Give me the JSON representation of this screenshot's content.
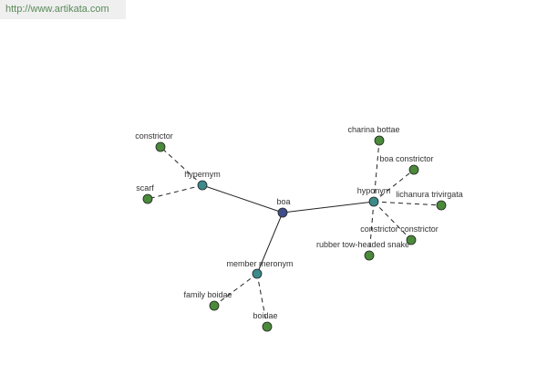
{
  "header": {
    "url": "http://www.artikata.com"
  },
  "colors": {
    "root": "#3f4d8a",
    "relation": "#3c8a8a",
    "leaf": "#4a8a3a",
    "stroke": "#222222",
    "edge": "#222222"
  },
  "graph": {
    "root": {
      "id": "boa",
      "label": "boa"
    },
    "relations": [
      {
        "id": "hypernym",
        "label": "hypernym",
        "children": [
          {
            "id": "constrictor",
            "label": "constrictor"
          },
          {
            "id": "scarf",
            "label": "scarf"
          }
        ]
      },
      {
        "id": "hyponym",
        "label": "hyponym",
        "children": [
          {
            "id": "charina-bottae",
            "label": "charina bottae"
          },
          {
            "id": "boa-constrictor",
            "label": "boa constrictor"
          },
          {
            "id": "lichanura-trivirgata",
            "label": "lichanura trivirgata"
          },
          {
            "id": "constrictor-constrictor",
            "label": "constrictor constrictor"
          },
          {
            "id": "rubber-tow-headed-snake",
            "label": "rubber tow-headed snake"
          }
        ]
      },
      {
        "id": "member-meronym",
        "label": "member meronym",
        "children": [
          {
            "id": "family-boidae",
            "label": "family boidae"
          },
          {
            "id": "boidae",
            "label": "boidae"
          }
        ]
      }
    ]
  }
}
